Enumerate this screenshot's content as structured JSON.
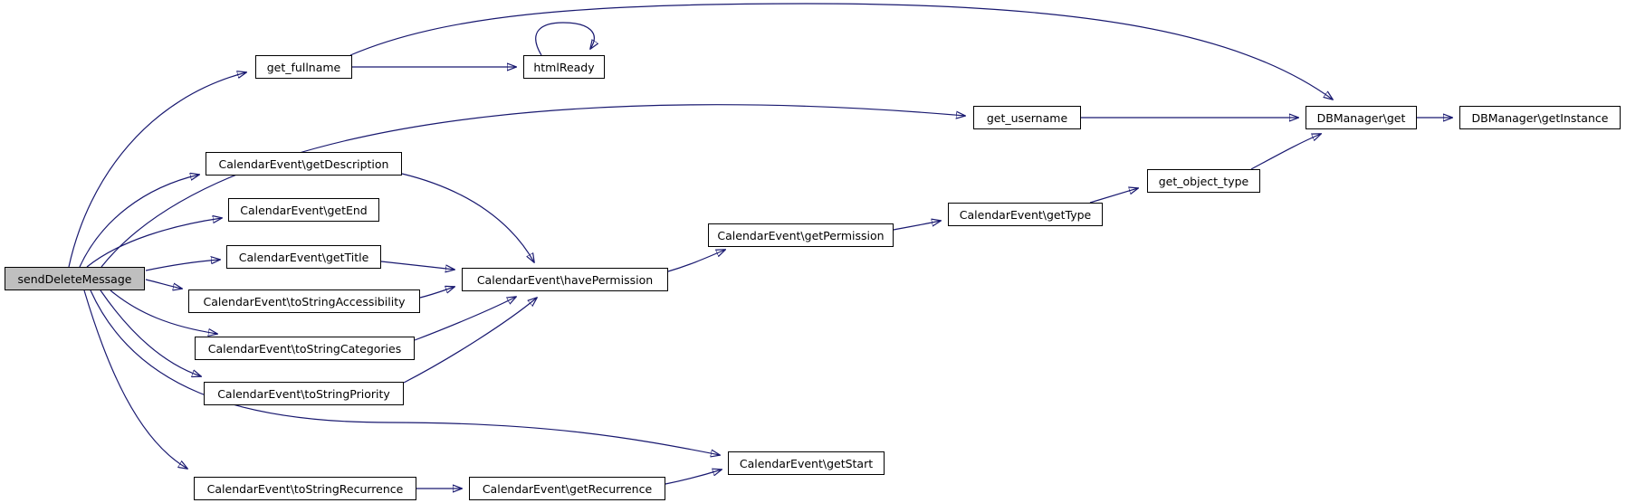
{
  "graph": {
    "type": "call-graph",
    "colors": {
      "edge": "#191970",
      "node_border": "#000000",
      "node_fill": "#ffffff",
      "root_fill": "#bfbfbf",
      "background": "#ffffff"
    },
    "nodes": [
      {
        "id": "sendDeleteMessage",
        "label": "sendDeleteMessage",
        "root": true
      },
      {
        "id": "get_fullname",
        "label": "get_fullname"
      },
      {
        "id": "htmlReady",
        "label": "htmlReady"
      },
      {
        "id": "get_username",
        "label": "get_username"
      },
      {
        "id": "dbmanager-get",
        "label": "DBManager\\get"
      },
      {
        "id": "dbmanager-getinstance",
        "label": "DBManager\\getInstance"
      },
      {
        "id": "get_object_type",
        "label": "get_object_type"
      },
      {
        "id": "gettype",
        "label": "CalendarEvent\\getType"
      },
      {
        "id": "getpermission",
        "label": "CalendarEvent\\getPermission"
      },
      {
        "id": "havepermission",
        "label": "CalendarEvent\\havePermission"
      },
      {
        "id": "getdescription",
        "label": "CalendarEvent\\getDescription"
      },
      {
        "id": "getend",
        "label": "CalendarEvent\\getEnd"
      },
      {
        "id": "gettitle",
        "label": "CalendarEvent\\getTitle"
      },
      {
        "id": "tostringaccessibility",
        "label": "CalendarEvent\\toStringAccessibility"
      },
      {
        "id": "tostringcategories",
        "label": "CalendarEvent\\toStringCategories"
      },
      {
        "id": "tostringpriority",
        "label": "CalendarEvent\\toStringPriority"
      },
      {
        "id": "tostringrecurrence",
        "label": "CalendarEvent\\toStringRecurrence"
      },
      {
        "id": "getrecurrence",
        "label": "CalendarEvent\\getRecurrence"
      },
      {
        "id": "getstart",
        "label": "CalendarEvent\\getStart"
      }
    ],
    "edges": [
      {
        "from": "sendDeleteMessage",
        "to": "get_fullname"
      },
      {
        "from": "sendDeleteMessage",
        "to": "get_username"
      },
      {
        "from": "sendDeleteMessage",
        "to": "CalendarEvent\\getDescription"
      },
      {
        "from": "sendDeleteMessage",
        "to": "CalendarEvent\\getEnd"
      },
      {
        "from": "sendDeleteMessage",
        "to": "CalendarEvent\\getTitle"
      },
      {
        "from": "sendDeleteMessage",
        "to": "CalendarEvent\\toStringAccessibility"
      },
      {
        "from": "sendDeleteMessage",
        "to": "CalendarEvent\\toStringCategories"
      },
      {
        "from": "sendDeleteMessage",
        "to": "CalendarEvent\\toStringPriority"
      },
      {
        "from": "sendDeleteMessage",
        "to": "CalendarEvent\\toStringRecurrence"
      },
      {
        "from": "sendDeleteMessage",
        "to": "CalendarEvent\\getStart"
      },
      {
        "from": "get_fullname",
        "to": "htmlReady"
      },
      {
        "from": "get_fullname",
        "to": "DBManager\\get"
      },
      {
        "from": "htmlReady",
        "to": "htmlReady"
      },
      {
        "from": "get_username",
        "to": "DBManager\\get"
      },
      {
        "from": "DBManager\\get",
        "to": "DBManager\\getInstance"
      },
      {
        "from": "get_object_type",
        "to": "DBManager\\get"
      },
      {
        "from": "CalendarEvent\\getType",
        "to": "get_object_type"
      },
      {
        "from": "CalendarEvent\\getPermission",
        "to": "CalendarEvent\\getType"
      },
      {
        "from": "CalendarEvent\\havePermission",
        "to": "CalendarEvent\\getPermission"
      },
      {
        "from": "CalendarEvent\\getDescription",
        "to": "CalendarEvent\\havePermission"
      },
      {
        "from": "CalendarEvent\\getTitle",
        "to": "CalendarEvent\\havePermission"
      },
      {
        "from": "CalendarEvent\\toStringAccessibility",
        "to": "CalendarEvent\\havePermission"
      },
      {
        "from": "CalendarEvent\\toStringCategories",
        "to": "CalendarEvent\\havePermission"
      },
      {
        "from": "CalendarEvent\\toStringPriority",
        "to": "CalendarEvent\\havePermission"
      },
      {
        "from": "CalendarEvent\\toStringRecurrence",
        "to": "CalendarEvent\\getRecurrence"
      },
      {
        "from": "CalendarEvent\\getRecurrence",
        "to": "CalendarEvent\\getStart"
      }
    ]
  }
}
